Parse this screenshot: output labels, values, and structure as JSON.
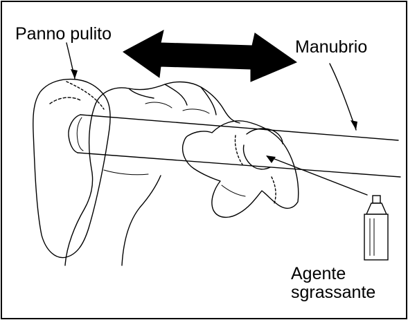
{
  "labels": {
    "clean_cloth": "Panno pulito",
    "handlebar": "Manubrio",
    "degreaser_line1": "Agente",
    "degreaser_line2": "sgrassante"
  },
  "icons": [
    "double-arrow-icon",
    "spray-can-icon",
    "hand-icon",
    "cloth-icon",
    "handlebar-tube-icon"
  ],
  "colors": {
    "ink": "#000000",
    "paper": "#ffffff"
  }
}
